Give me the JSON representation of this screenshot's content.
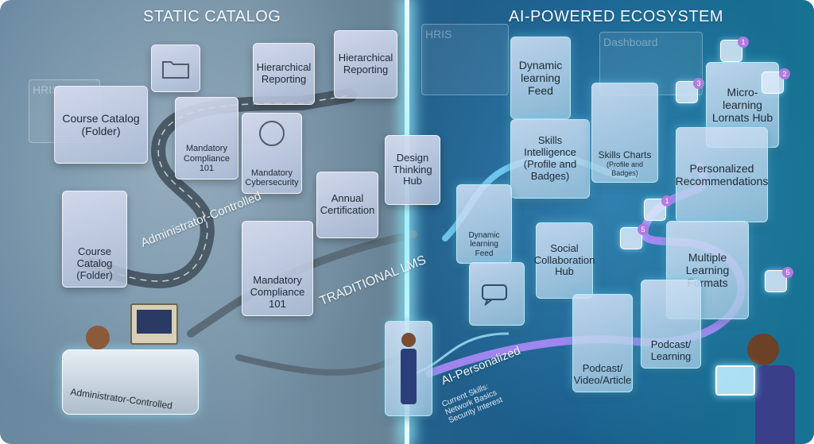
{
  "titles": {
    "left": "STATIC CATALOG",
    "right": "AI-POWERED ECOSYSTEM"
  },
  "left": {
    "ghost_hris": "HRIS",
    "course_catalog_top": "Course Catalog (Folder)",
    "course_catalog_mid": "Course Catalog (Folder)",
    "hier_reporting_a": "Hierarchical Reporting",
    "hier_reporting_b": "Hierarchical Reporting",
    "mandatory_compliance_top": "Mandatory Compliance 101",
    "mandatory_cyber": "Mandatory Cybersecurity",
    "annual_cert": "Annual Certification",
    "design_thinking": "Design Thinking Hub",
    "mandatory_compliance_mid": "Mandatory Compliance 101",
    "admin_controlled_path": "Administrator-Controlled",
    "traditional_lms": "TRADITIONAL LMS",
    "admin_platform": "Administrator-Controlled"
  },
  "right": {
    "ghost_hris": "HRIS",
    "ghost_dashboard": "Dashboard",
    "dynamic_feed_top": "Dynamic learning Feed",
    "skills_intel": "Skills Intelligence (Profile and Badges)",
    "skills_charts_title": "Skills Charts",
    "skills_charts_sub": "(Profile and Badges)",
    "micro_learning": "Micro-learning Lornats Hub",
    "personalized_recs": "Personalized Recommendations",
    "dynamic_feed_mid": "Dynamic learning Feed",
    "social_hub": "Social Collaboration Hub",
    "multiple_formats": "Multiple Learning Formats",
    "podcast_video": "Podcast/ Video/Article",
    "podcast_learning": "Podcast/ Learning",
    "ai_personalized": "AI-Personalized",
    "current_skills_1": "Current Skills:",
    "current_skills_2": "Network Basics",
    "current_skills_3": "Security Interest",
    "badges": [
      "1",
      "2",
      "3",
      "1",
      "5",
      "5"
    ]
  },
  "colors": {
    "left_panel": "#7b97ab",
    "right_panel": "#1f6a96",
    "divider_glow": "#9ff0ff",
    "ai_path": "#b58cff"
  }
}
